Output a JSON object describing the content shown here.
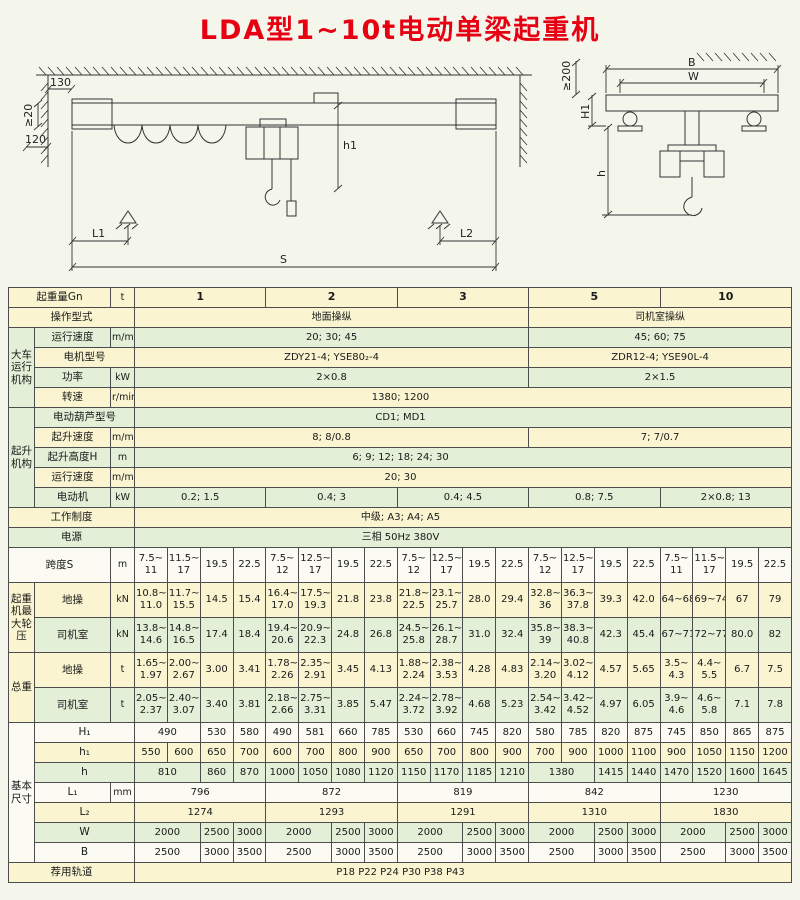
{
  "title": "LDA型1~10t电动单梁起重机",
  "colors": {
    "title": "#e60012",
    "page": "#f4f6ec",
    "border": "#4d4d4d",
    "rowYellow": "#faf5d0",
    "rowGreen": "#e3efd7",
    "rowWhite": "#fbfbf3",
    "line": "#333333"
  },
  "drawing": {
    "labels": {
      "d130": "130",
      "dmin20": "≥20",
      "d120": "120",
      "h1": "h1",
      "l1": "L1",
      "l2": "L2",
      "s": "S",
      "b": "B",
      "w": "W",
      "dmin200": "≥200",
      "H1": "H1",
      "h": "h"
    }
  },
  "table": {
    "rows": [
      {
        "bg": "y",
        "cells": [
          [
            "起重量Gn",
            2,
            1,
            "label"
          ],
          [
            "t",
            1,
            1,
            "unit"
          ],
          [
            "1",
            4,
            1,
            "head"
          ],
          [
            "2",
            4,
            1,
            "head"
          ],
          [
            "3",
            4,
            1,
            "head"
          ],
          [
            "5",
            4,
            1,
            "head"
          ],
          [
            "10",
            4,
            1,
            "head"
          ]
        ]
      },
      {
        "bg": "y",
        "cells": [
          [
            "操作型式",
            3,
            1,
            "label"
          ],
          [
            "地面操纵",
            12
          ],
          [
            "司机室操纵",
            8
          ]
        ]
      },
      {
        "bg": "g",
        "cells": [
          [
            "大车运行机构",
            1,
            4,
            "glabel"
          ],
          [
            "运行速度",
            1,
            1,
            "label"
          ],
          [
            "m/min",
            1,
            1,
            "unit"
          ],
          [
            "20; 30; 45",
            12
          ],
          [
            "45; 60; 75",
            8
          ]
        ]
      },
      {
        "bg": "y",
        "cells": [
          [
            "电机型号",
            2,
            1,
            "label"
          ],
          [
            "ZDY21-4; YSE80₂-4",
            12
          ],
          [
            "ZDR12-4; YSE90L-4",
            8
          ]
        ]
      },
      {
        "bg": "g",
        "cells": [
          [
            "功率",
            1,
            1,
            "label"
          ],
          [
            "kW",
            1,
            1,
            "unit"
          ],
          [
            "2×0.8",
            12
          ],
          [
            "2×1.5",
            8
          ]
        ]
      },
      {
        "bg": "y",
        "cells": [
          [
            "转速",
            1,
            1,
            "label"
          ],
          [
            "r/min",
            1,
            1,
            "unit"
          ],
          [
            "1380; 1200",
            20
          ]
        ]
      },
      {
        "bg": "g",
        "cells": [
          [
            "起升机构",
            1,
            5,
            "glabel"
          ],
          [
            "电动葫芦型号",
            2,
            1,
            "label"
          ],
          [
            "CD1; MD1",
            20
          ]
        ]
      },
      {
        "bg": "y",
        "cells": [
          [
            "起升速度",
            1,
            1,
            "label"
          ],
          [
            "m/min",
            1,
            1,
            "unit"
          ],
          [
            "8; 8/0.8",
            12
          ],
          [
            "7; 7/0.7",
            8
          ]
        ]
      },
      {
        "bg": "g",
        "cells": [
          [
            "起升高度H",
            1,
            1,
            "label"
          ],
          [
            "m",
            1,
            1,
            "unit"
          ],
          [
            "6; 9; 12; 18; 24; 30",
            20
          ]
        ]
      },
      {
        "bg": "y",
        "cells": [
          [
            "运行速度",
            1,
            1,
            "label"
          ],
          [
            "m/min",
            1,
            1,
            "unit"
          ],
          [
            "20; 30",
            20
          ]
        ]
      },
      {
        "bg": "g",
        "cells": [
          [
            "电动机",
            1,
            1,
            "label"
          ],
          [
            "kW",
            1,
            1,
            "unit"
          ],
          [
            "0.2; 1.5",
            4
          ],
          [
            "0.4; 3",
            4
          ],
          [
            "0.4; 4.5",
            4
          ],
          [
            "0.8; 7.5",
            4
          ],
          [
            "2×0.8; 13",
            4
          ]
        ]
      },
      {
        "bg": "y",
        "cells": [
          [
            "工作制度",
            3,
            1,
            "label"
          ],
          [
            "中级; A3; A4; A5",
            20
          ]
        ]
      },
      {
        "bg": "g",
        "cells": [
          [
            "电源",
            3,
            1,
            "label"
          ],
          [
            "三相  50Hz  380V",
            20
          ]
        ]
      },
      {
        "bg": "w",
        "h": "t",
        "cells": [
          [
            "跨度S",
            2,
            1,
            "label"
          ],
          [
            "m",
            1,
            1,
            "unit"
          ],
          [
            "7.5~11"
          ],
          [
            "11.5~17"
          ],
          [
            "19.5"
          ],
          [
            "22.5"
          ],
          [
            "7.5~12"
          ],
          [
            "12.5~17"
          ],
          [
            "19.5"
          ],
          [
            "22.5"
          ],
          [
            "7.5~12"
          ],
          [
            "12.5~17"
          ],
          [
            "19.5"
          ],
          [
            "22.5"
          ],
          [
            "7.5~12"
          ],
          [
            "12.5~17"
          ],
          [
            "19.5"
          ],
          [
            "22.5"
          ],
          [
            "7.5~11"
          ],
          [
            "11.5~17"
          ],
          [
            "19.5"
          ],
          [
            "22.5"
          ]
        ]
      },
      {
        "bg": "y",
        "h": "t",
        "cells": [
          [
            "起重机最大轮压",
            1,
            2,
            "glabel"
          ],
          [
            "地操",
            1,
            1,
            "label"
          ],
          [
            "kN",
            1,
            1,
            "unit"
          ],
          [
            "10.8~11.0"
          ],
          [
            "11.7~15.5"
          ],
          [
            "14.5"
          ],
          [
            "15.4"
          ],
          [
            "16.4~17.0"
          ],
          [
            "17.5~19.3"
          ],
          [
            "21.8"
          ],
          [
            "23.8"
          ],
          [
            "21.8~22.5"
          ],
          [
            "23.1~25.7"
          ],
          [
            "28.0"
          ],
          [
            "29.4"
          ],
          [
            "32.8~36"
          ],
          [
            "36.3~37.8"
          ],
          [
            "39.3"
          ],
          [
            "42.0"
          ],
          [
            "64~68"
          ],
          [
            "69~74"
          ],
          [
            "67"
          ],
          [
            "79"
          ]
        ]
      },
      {
        "bg": "g",
        "h": "t",
        "cells": [
          [
            "司机室",
            1,
            1,
            "label"
          ],
          [
            "kN",
            1,
            1,
            "unit"
          ],
          [
            "13.8~14.6"
          ],
          [
            "14.8~16.5"
          ],
          [
            "17.4"
          ],
          [
            "18.4"
          ],
          [
            "19.4~20.6"
          ],
          [
            "20.9~22.3"
          ],
          [
            "24.8"
          ],
          [
            "26.8"
          ],
          [
            "24.5~25.8"
          ],
          [
            "26.1~28.7"
          ],
          [
            "31.0"
          ],
          [
            "32.4"
          ],
          [
            "35.8~39"
          ],
          [
            "38.3~40.8"
          ],
          [
            "42.3"
          ],
          [
            "45.4"
          ],
          [
            "67~71"
          ],
          [
            "72~77"
          ],
          [
            "80.0"
          ],
          [
            "82"
          ]
        ]
      },
      {
        "bg": "y",
        "h": "t",
        "cells": [
          [
            "总重",
            1,
            2,
            "glabel"
          ],
          [
            "地操",
            1,
            1,
            "label"
          ],
          [
            "t",
            1,
            1,
            "unit"
          ],
          [
            "1.65~1.97"
          ],
          [
            "2.00~2.67"
          ],
          [
            "3.00"
          ],
          [
            "3.41"
          ],
          [
            "1.78~2.26"
          ],
          [
            "2.35~2.91"
          ],
          [
            "3.45"
          ],
          [
            "4.13"
          ],
          [
            "1.88~2.24"
          ],
          [
            "2.38~3.53"
          ],
          [
            "4.28"
          ],
          [
            "4.83"
          ],
          [
            "2.14~3.20"
          ],
          [
            "3.02~4.12"
          ],
          [
            "4.57"
          ],
          [
            "5.65"
          ],
          [
            "3.5~4.3"
          ],
          [
            "4.4~5.5"
          ],
          [
            "6.7"
          ],
          [
            "7.5"
          ]
        ]
      },
      {
        "bg": "g",
        "h": "t",
        "cells": [
          [
            "司机室",
            1,
            1,
            "label"
          ],
          [
            "t",
            1,
            1,
            "unit"
          ],
          [
            "2.05~2.37"
          ],
          [
            "2.40~3.07"
          ],
          [
            "3.40"
          ],
          [
            "3.81"
          ],
          [
            "2.18~2.66"
          ],
          [
            "2.75~3.31"
          ],
          [
            "3.85"
          ],
          [
            "5.47"
          ],
          [
            "2.24~3.72"
          ],
          [
            "2.78~3.92"
          ],
          [
            "4.68"
          ],
          [
            "5.23"
          ],
          [
            "2.54~3.42"
          ],
          [
            "3.42~4.52"
          ],
          [
            "4.97"
          ],
          [
            "6.05"
          ],
          [
            "3.9~4.6"
          ],
          [
            "4.6~5.8"
          ],
          [
            "7.1"
          ],
          [
            "7.8"
          ]
        ]
      },
      {
        "bg": "w",
        "cells": [
          [
            "基本尺寸",
            1,
            7,
            "glabel"
          ],
          [
            "H₁",
            2,
            1,
            "label"
          ],
          [
            "490",
            2
          ],
          [
            "530"
          ],
          [
            "580"
          ],
          [
            "490"
          ],
          [
            "581"
          ],
          [
            "660"
          ],
          [
            "785"
          ],
          [
            "530"
          ],
          [
            "660"
          ],
          [
            "745"
          ],
          [
            "820"
          ],
          [
            "580"
          ],
          [
            "785"
          ],
          [
            "820"
          ],
          [
            "875"
          ],
          [
            "745"
          ],
          [
            "850"
          ],
          [
            "865"
          ],
          [
            "875"
          ]
        ]
      },
      {
        "bg": "y",
        "cells": [
          [
            "h₁",
            2,
            1,
            "label"
          ],
          [
            "550"
          ],
          [
            "600"
          ],
          [
            "650"
          ],
          [
            "700"
          ],
          [
            "600"
          ],
          [
            "700"
          ],
          [
            "800"
          ],
          [
            "900"
          ],
          [
            "650"
          ],
          [
            "700"
          ],
          [
            "800"
          ],
          [
            "900"
          ],
          [
            "700"
          ],
          [
            "900"
          ],
          [
            "1000"
          ],
          [
            "1100"
          ],
          [
            "900"
          ],
          [
            "1050"
          ],
          [
            "1150"
          ],
          [
            "1200"
          ]
        ]
      },
      {
        "bg": "g",
        "cells": [
          [
            "h",
            2,
            1,
            "label"
          ],
          [
            "810",
            2
          ],
          [
            "860"
          ],
          [
            "870"
          ],
          [
            "1000"
          ],
          [
            "1050"
          ],
          [
            "1080"
          ],
          [
            "1120"
          ],
          [
            "1150"
          ],
          [
            "1170"
          ],
          [
            "1185"
          ],
          [
            "1210"
          ],
          [
            "1380",
            2
          ],
          [
            "1415"
          ],
          [
            "1440"
          ],
          [
            "1470"
          ],
          [
            "1520"
          ],
          [
            "1600"
          ],
          [
            "1645"
          ]
        ]
      },
      {
        "bg": "w",
        "cells": [
          [
            "L₁",
            1,
            1,
            "label"
          ],
          [
            "mm",
            1,
            1,
            "unit"
          ],
          [
            "796",
            4
          ],
          [
            "872",
            4
          ],
          [
            "819",
            4
          ],
          [
            "842",
            4
          ],
          [
            "1230",
            4
          ]
        ]
      },
      {
        "bg": "y",
        "cells": [
          [
            "L₂",
            2,
            1,
            "label"
          ],
          [
            "1274",
            4
          ],
          [
            "1293",
            4
          ],
          [
            "1291",
            4
          ],
          [
            "1310",
            4
          ],
          [
            "1830",
            4
          ]
        ]
      },
      {
        "bg": "g",
        "cells": [
          [
            "W",
            2,
            1,
            "label"
          ],
          [
            "2000",
            2
          ],
          [
            "2500"
          ],
          [
            "3000"
          ],
          [
            "2000",
            2
          ],
          [
            "2500"
          ],
          [
            "3000"
          ],
          [
            "2000",
            2
          ],
          [
            "2500"
          ],
          [
            "3000"
          ],
          [
            "2000",
            2
          ],
          [
            "2500"
          ],
          [
            "3000"
          ],
          [
            "2000",
            2
          ],
          [
            "2500"
          ],
          [
            "3000"
          ]
        ]
      },
      {
        "bg": "w",
        "cells": [
          [
            "B",
            2,
            1,
            "label"
          ],
          [
            "2500",
            2
          ],
          [
            "3000"
          ],
          [
            "3500"
          ],
          [
            "2500",
            2
          ],
          [
            "3000"
          ],
          [
            "3500"
          ],
          [
            "2500",
            2
          ],
          [
            "3000"
          ],
          [
            "3500"
          ],
          [
            "2500",
            2
          ],
          [
            "3000"
          ],
          [
            "3500"
          ],
          [
            "2500",
            2
          ],
          [
            "3000"
          ],
          [
            "3500"
          ]
        ]
      },
      {
        "bg": "y",
        "cells": [
          [
            "荐用轨道",
            3,
            1,
            "label"
          ],
          [
            "P18  P22  P24  P30  P38  P43",
            20
          ]
        ]
      }
    ]
  }
}
